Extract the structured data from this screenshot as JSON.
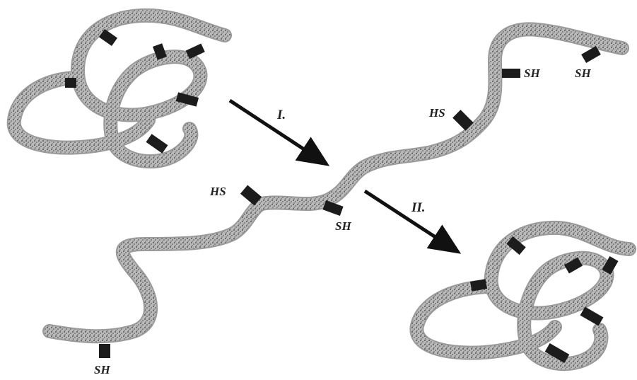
{
  "diagram": {
    "step_labels": {
      "step1": "I.",
      "step2": "II."
    },
    "group_labels": {
      "sh": "SH",
      "hs": "HS"
    },
    "colors": {
      "strand": "#2a2a2a",
      "strand_light": "#8a8a8a",
      "bond": "#1c1c1c",
      "arrow": "#111111",
      "text": "#222222"
    }
  }
}
